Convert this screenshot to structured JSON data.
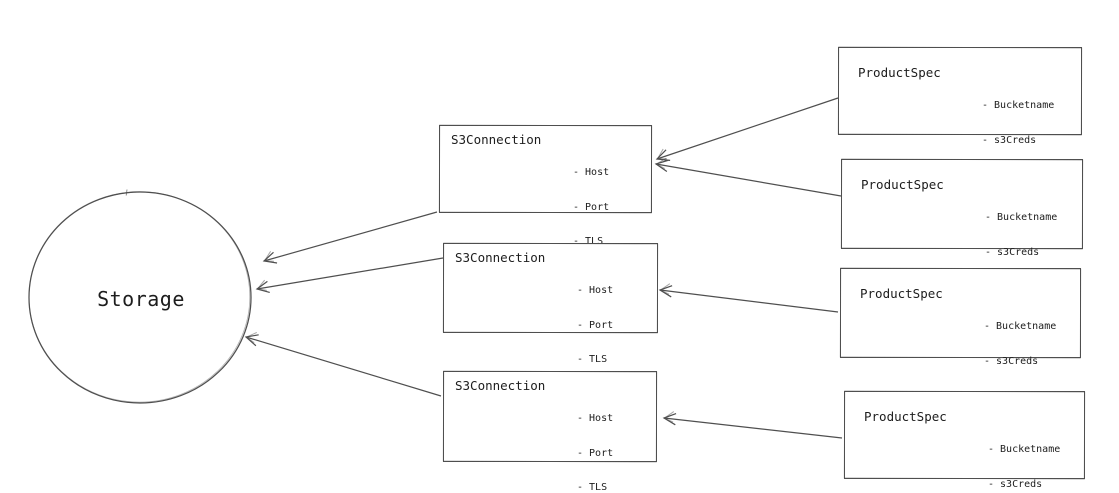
{
  "canvas": {
    "background": "#ffffff",
    "stroke_color": "#4f4f4f",
    "text_color": "#1d1d1d"
  },
  "storage_node": {
    "label": "Storage"
  },
  "s3_connection_nodes": [
    {
      "title": "S3Connection",
      "attributes": [
        "- Host",
        "- Port",
        "- TLS"
      ]
    },
    {
      "title": "S3Connection",
      "attributes": [
        "- Host",
        "- Port",
        "- TLS"
      ]
    },
    {
      "title": "S3Connection",
      "attributes": [
        "- Host",
        "- Port",
        "- TLS"
      ]
    }
  ],
  "product_spec_nodes": [
    {
      "title": "ProductSpec",
      "attributes": [
        "- Bucketname",
        "- s3Creds"
      ]
    },
    {
      "title": "ProductSpec",
      "attributes": [
        "- Bucketname",
        "- s3Creds"
      ]
    },
    {
      "title": "ProductSpec",
      "attributes": [
        "- Bucketname",
        "- s3Creds"
      ]
    },
    {
      "title": "ProductSpec",
      "attributes": [
        "- Bucketname",
        "- s3Creds"
      ]
    }
  ],
  "edges": [
    {
      "from": "s3_connection_1",
      "to": "storage"
    },
    {
      "from": "s3_connection_2",
      "to": "storage"
    },
    {
      "from": "s3_connection_3",
      "to": "storage"
    },
    {
      "from": "product_spec_1",
      "to": "s3_connection_1"
    },
    {
      "from": "product_spec_2",
      "to": "s3_connection_1"
    },
    {
      "from": "product_spec_3",
      "to": "s3_connection_2"
    },
    {
      "from": "product_spec_4",
      "to": "s3_connection_3"
    }
  ]
}
